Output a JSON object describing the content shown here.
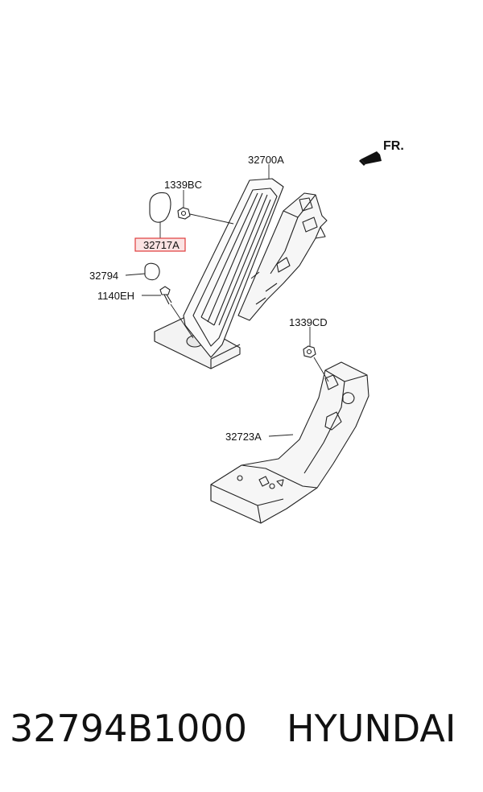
{
  "direction_label": "FR.",
  "parts": {
    "pedal_assembly": "32700A",
    "nut_upper": "1339BC",
    "highlighted_part": "32717A",
    "stopper": "32794",
    "bolt": "1140EH",
    "nut_lower": "1339CD",
    "bracket": "32723A"
  },
  "footer": {
    "part_number": "32794B1000",
    "brand": "HYUNDAI"
  },
  "colors": {
    "highlight_fill": "#fbe3e3",
    "highlight_border": "#e03c3c",
    "line": "#222222"
  }
}
